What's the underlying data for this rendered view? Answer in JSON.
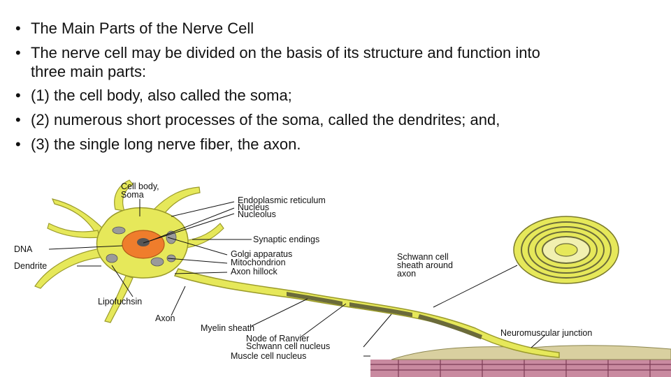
{
  "bullets": [
    "The Main Parts of the Nerve Cell",
    "The nerve cell may be divided on the basis of its structure and function into three main parts:",
    "(1) the cell body, also called the soma;",
    "(2) numerous short processes of the soma, called the dendrites; and,",
    "(3) the single long nerve fiber, the axon."
  ],
  "labels": {
    "cell_body": "Cell body,",
    "soma": "Soma",
    "er": "Endoplasmic reticulum",
    "nucleus": "Nucleus",
    "nucleolus": "Nucleolus",
    "synaptic": "Synaptic endings",
    "dna": "DNA",
    "dendrite": "Dendrite",
    "golgi": "Golgi apparatus",
    "mito": "Mitochondrion",
    "hillock": "Axon hillock",
    "lipo": "Lipofuchsin",
    "axon": "Axon",
    "myelin": "Myelin sheath",
    "ranvier": "Node of Ranvier",
    "schwann_nuc": "Schwann cell nucleus",
    "muscle_nuc": "Muscle cell nucleus",
    "schwann_1": "Schwann cell",
    "schwann_2": "sheath around",
    "schwann_3": "axon",
    "nmj": "Neuromuscular junction"
  },
  "colors": {
    "cell": "#e6e85a",
    "cell_stroke": "#9a9a2a",
    "nucleus": "#ef7d2c",
    "muscle": "#c98aa0"
  }
}
